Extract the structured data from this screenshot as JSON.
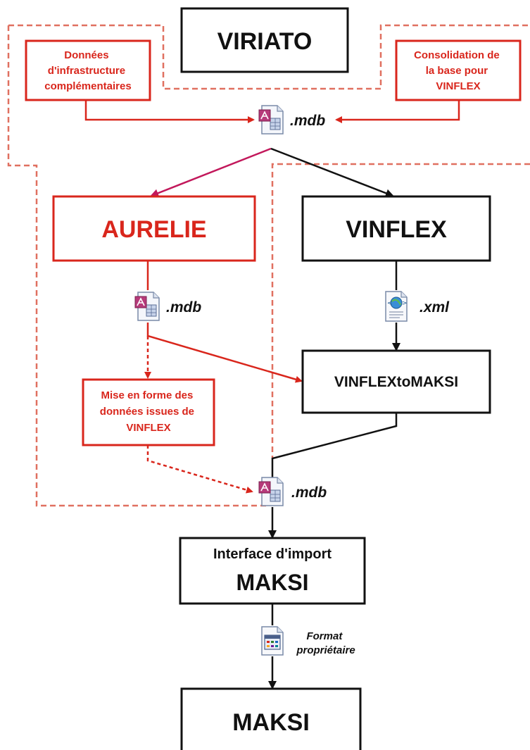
{
  "colors": {
    "red": "#d9261c",
    "black": "#111111",
    "dashed_red": "#e07060",
    "magenta": "#c2185b"
  },
  "nodes": {
    "viriato": "VIRIATO",
    "donnees_infra": [
      "Données",
      "d'infrastructure",
      "complémentaires"
    ],
    "consolidation": [
      "Consolidation de",
      "la base pour",
      "VINFLEX"
    ],
    "aurelie": "AURELIE",
    "vinflex": "VINFLEX",
    "vinflex_to_maksi": "VINFLEXtoMAKSI",
    "mise_en_forme": [
      "Mise en forme des",
      "données issues de",
      "VINFLEX"
    ],
    "interface_import": [
      "Interface d'import",
      "MAKSI"
    ],
    "maksi": "MAKSI"
  },
  "files": {
    "mdb_top": ".mdb",
    "mdb_aurelie": ".mdb",
    "xml_vinflex": ".xml",
    "mdb_bottom": ".mdb",
    "format_proprietaire": [
      "Format",
      "propriétaire"
    ]
  },
  "icons": {
    "access_db": "access-database-icon",
    "xml_doc": "xml-document-icon",
    "proprietary": "proprietary-format-icon"
  }
}
